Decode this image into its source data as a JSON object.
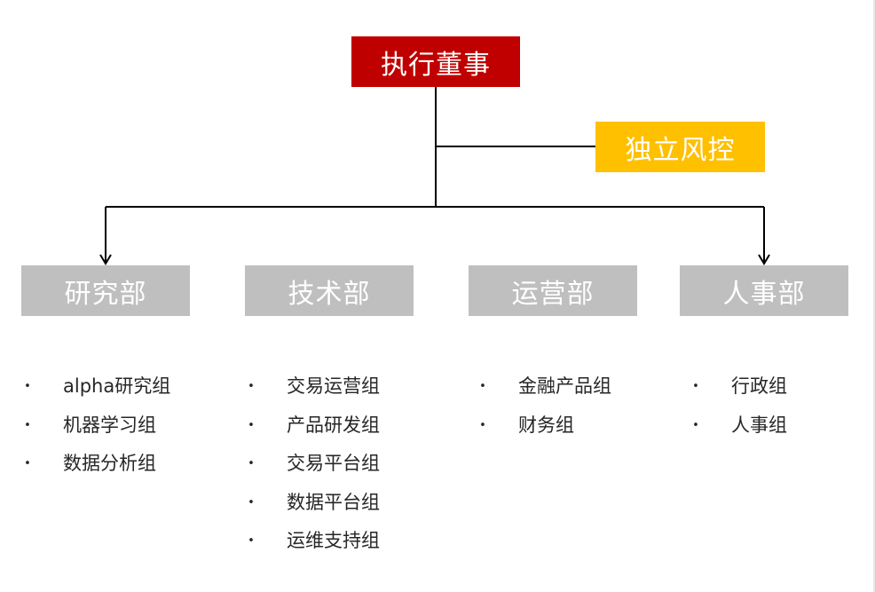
{
  "diagram": {
    "executive": {
      "label": "执行董事"
    },
    "risk_control": {
      "label": "独立风控"
    },
    "departments": [
      {
        "label": "研究部",
        "items": [
          "alpha研究组",
          "机器学习组",
          "数据分析组"
        ]
      },
      {
        "label": "技术部",
        "items": [
          "交易运营组",
          "产品研发组",
          "交易平台组",
          "数据平台组",
          "运维支持组"
        ]
      },
      {
        "label": "运营部",
        "items": [
          "金融产品组",
          "财务组"
        ]
      },
      {
        "label": "人事部",
        "items": [
          "行政组",
          "人事组"
        ]
      }
    ],
    "bullet_glyph": "•",
    "colors": {
      "executive_fill": "#c00000",
      "risk_fill": "#ffc000",
      "department_fill": "#bfbfbf",
      "box_text": "#ffffff",
      "connector": "#000000",
      "list_text": "#262626"
    }
  }
}
